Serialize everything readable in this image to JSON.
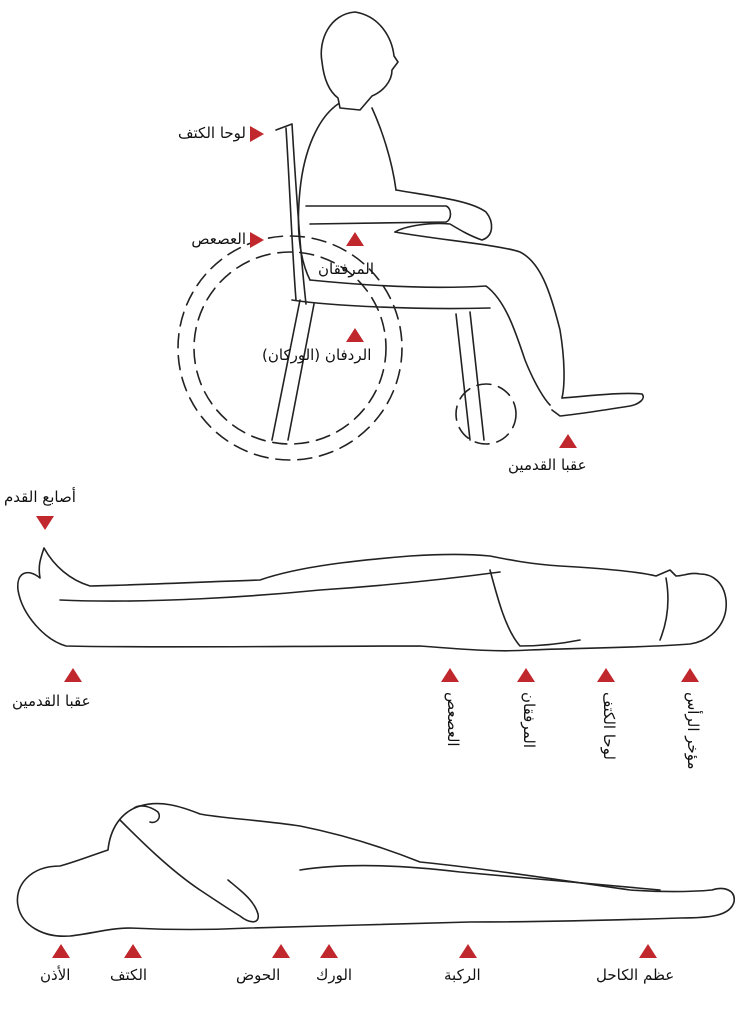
{
  "sitting": {
    "shoulder_blades": "لوحا الكتف",
    "tailbone": "العصعص",
    "elbows": "المرفقان",
    "buttocks": "الردفان (الوركان)",
    "heels": "عقبا القدمين"
  },
  "supine": {
    "toes": "أصابع القدم",
    "heels": "عقبا القدمين",
    "tailbone": "العصعص",
    "elbows": "المرفقان",
    "shoulder_blades": "لوحا الكتف",
    "back_of_head": "مؤخر الرأس"
  },
  "side_lying": {
    "ear": "الأذن",
    "shoulder": "الكتف",
    "pelvis": "الحوض",
    "hip": "الورك",
    "knee": "الركبة",
    "ankle_bone": "عظم الكاحل"
  },
  "colors": {
    "marker": "#c0282d",
    "line": "#222222"
  }
}
